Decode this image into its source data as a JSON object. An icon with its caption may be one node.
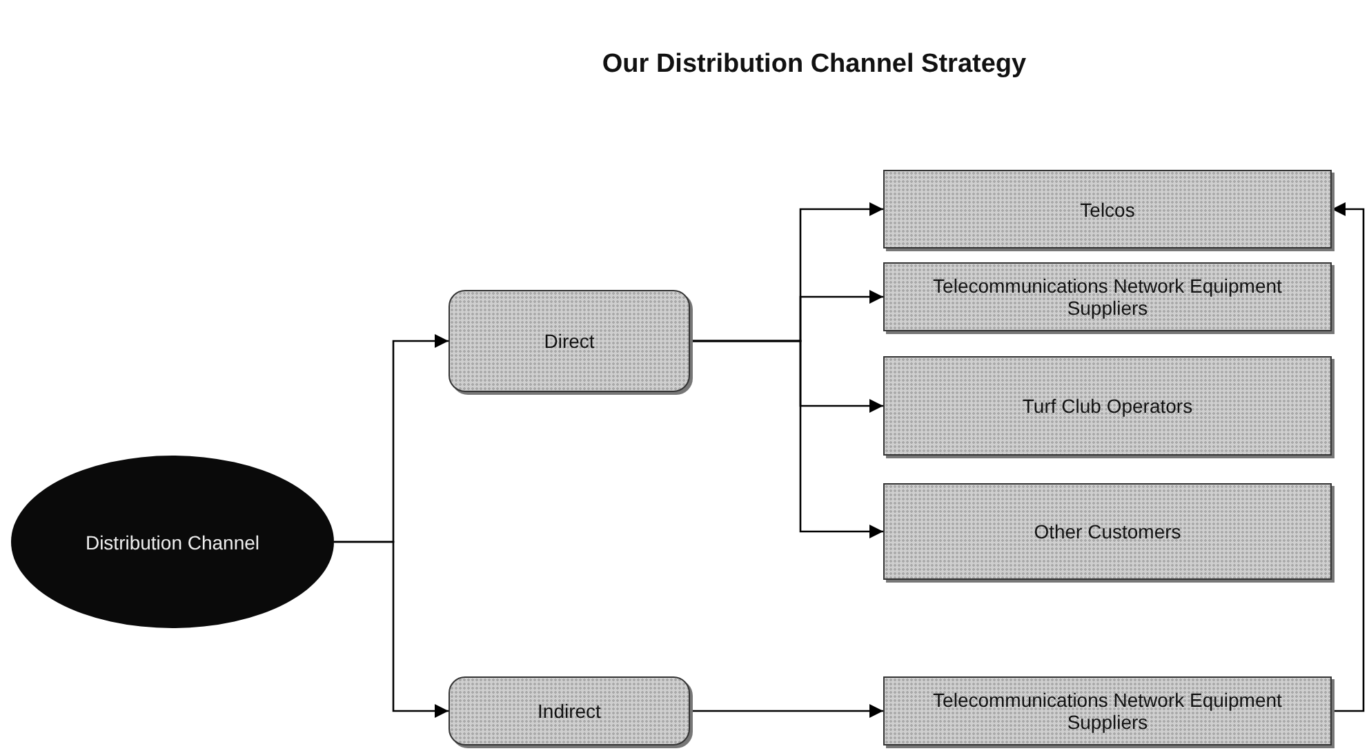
{
  "diagram": {
    "title": "Our Distribution Channel Strategy",
    "nodes": [
      {
        "text": [
          "Distribution Channel"
        ]
      },
      {
        "text": [
          "Direct"
        ]
      },
      {
        "text": [
          "Indirect"
        ]
      },
      {
        "text": [
          "Telcos"
        ]
      },
      {
        "text": [
          "Telecommunications Network Equipment Suppliers"
        ]
      },
      {
        "text": [
          "Turf Club Operators"
        ]
      },
      {
        "text": [
          "Other Customers"
        ]
      },
      {
        "text": [
          "Telecommunications Network Equipment Suppliers"
        ]
      }
    ],
    "edges": [
      {
        "from": 0,
        "to": 1,
        "arrow": "to"
      },
      {
        "from": 0,
        "to": 2,
        "arrow": "to"
      },
      {
        "from": 1,
        "to": 3,
        "arrow": "to"
      },
      {
        "from": 1,
        "to": 4,
        "arrow": "to"
      },
      {
        "from": 1,
        "to": 5,
        "arrow": "to"
      },
      {
        "from": 1,
        "to": 6,
        "arrow": "to"
      },
      {
        "from": 2,
        "to": 7,
        "arrow": "to"
      },
      {
        "from": 7,
        "to": 3,
        "arrow": "to"
      }
    ]
  }
}
